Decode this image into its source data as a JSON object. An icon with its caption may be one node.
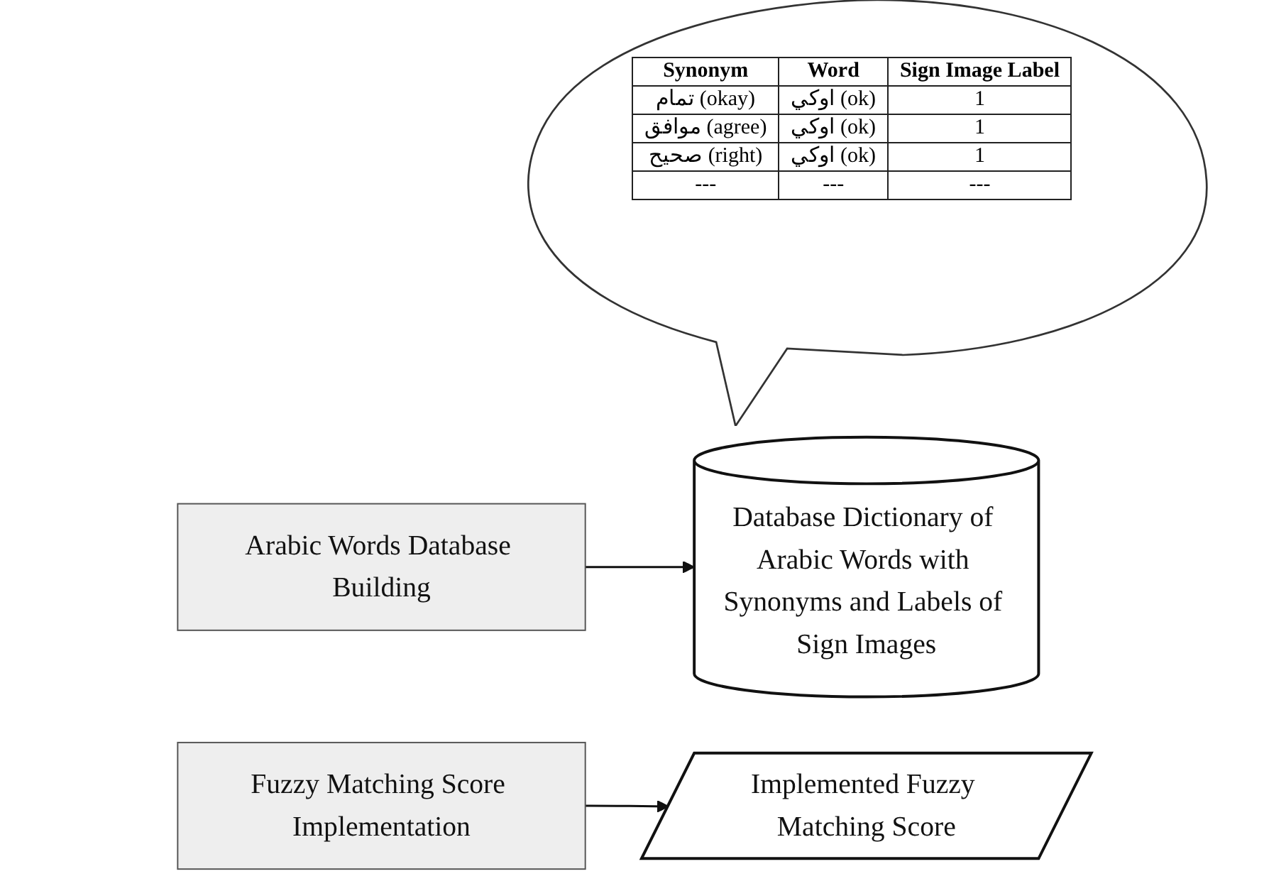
{
  "diagram": {
    "nodes": [
      {
        "text": [
          "Arabic Words Database Building"
        ]
      },
      {
        "text": [
          "Database Dictionary of Arabic Words with Synonyms and Labels of Sign Images"
        ]
      },
      {
        "text": [
          "Fuzzy Matching Score Implementation"
        ]
      },
      {
        "text": [
          "Implemented Fuzzy Matching Score"
        ]
      }
    ],
    "edges": [
      {
        "from": 0,
        "to": 1,
        "arrow": "to"
      },
      {
        "from": 2,
        "to": 3,
        "arrow": "to"
      }
    ],
    "labels": [
      "Synonym",
      "Word",
      "Sign Image Label",
      "تمام (okay)",
      "اوكي (ok)",
      "1",
      "موافق (agree)",
      "اوكي (ok)",
      "1",
      "صحيح (right)",
      "اوكي (ok)",
      "1",
      "---",
      "---",
      "---"
    ]
  }
}
